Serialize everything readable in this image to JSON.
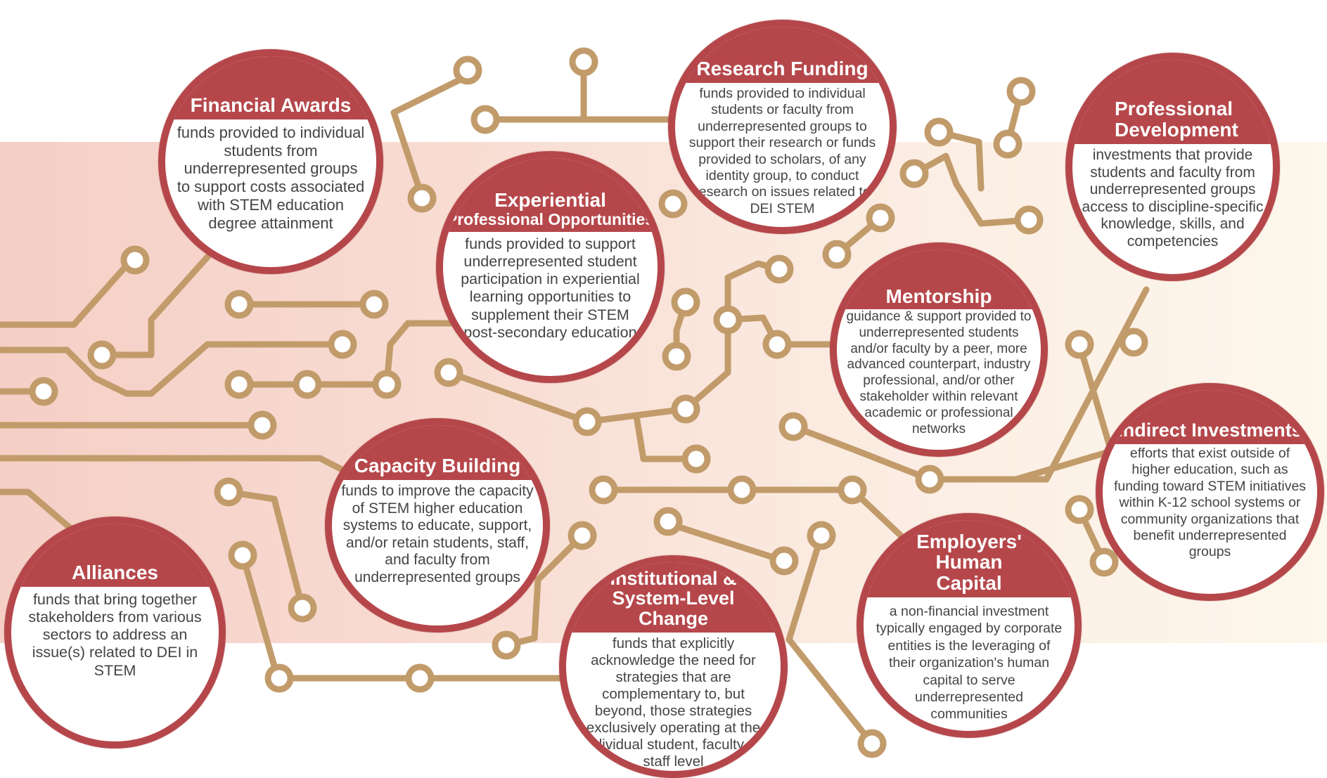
{
  "accent_color": "#b5474b",
  "wire_color": "#c29b6b",
  "categories": {
    "financial_awards": {
      "title": "Financial Awards",
      "description": "funds provided to individual students from underrepresented groups to support costs associated with STEM education degree attainment"
    },
    "research_funding": {
      "title": "Research Funding",
      "description": "funds provided to individual students or faculty from underrepresented groups to support their research or funds provided to scholars, of any identity group, to conduct research on issues related to DEI STEM"
    },
    "professional_development": {
      "title": "Professional Development",
      "description": "investments that provide students and faculty from underrepresented groups access to discipline-specific knowledge, skills, and competencies"
    },
    "experiential": {
      "title": "Experiential",
      "subtitle": "Professional Opportunities",
      "description": "funds provided to support underrepresented student participation in experiential learning opportunities to supplement their STEM post-secondary education"
    },
    "mentorship": {
      "title": "Mentorship",
      "description": "guidance & support provided to underrepresented students and/or faculty by a peer, more advanced counterpart, industry professional, and/or other stakeholder within relevant academic or professional networks"
    },
    "indirect_investments": {
      "title": "Indirect Investments",
      "description": "efforts that exist outside of higher education, such as funding toward STEM initiatives within K-12 school systems or community organizations that benefit underrepresented groups"
    },
    "capacity_building": {
      "title": "Capacity Building",
      "description": "funds to improve the capacity of STEM higher education systems to educate, support, and/or retain students, staff, and faculty from underrepresented groups"
    },
    "alliances": {
      "title": "Alliances",
      "description": "funds that bring together stakeholders from various sectors to address an issue(s) related to DEI in STEM"
    },
    "institutional_change": {
      "title": "Institutional & System-Level Change",
      "description": "funds that explicitly acknowledge the need for strategies that are complementary to, but beyond, those strategies exclusively operating at the individual student, faculty, or staff level"
    },
    "employers_human_capital": {
      "title": "Employers' Human Capital",
      "description": "a non-financial investment typically engaged by corporate entities is the leveraging of their organization's human capital to serve underrepresented communities"
    }
  }
}
